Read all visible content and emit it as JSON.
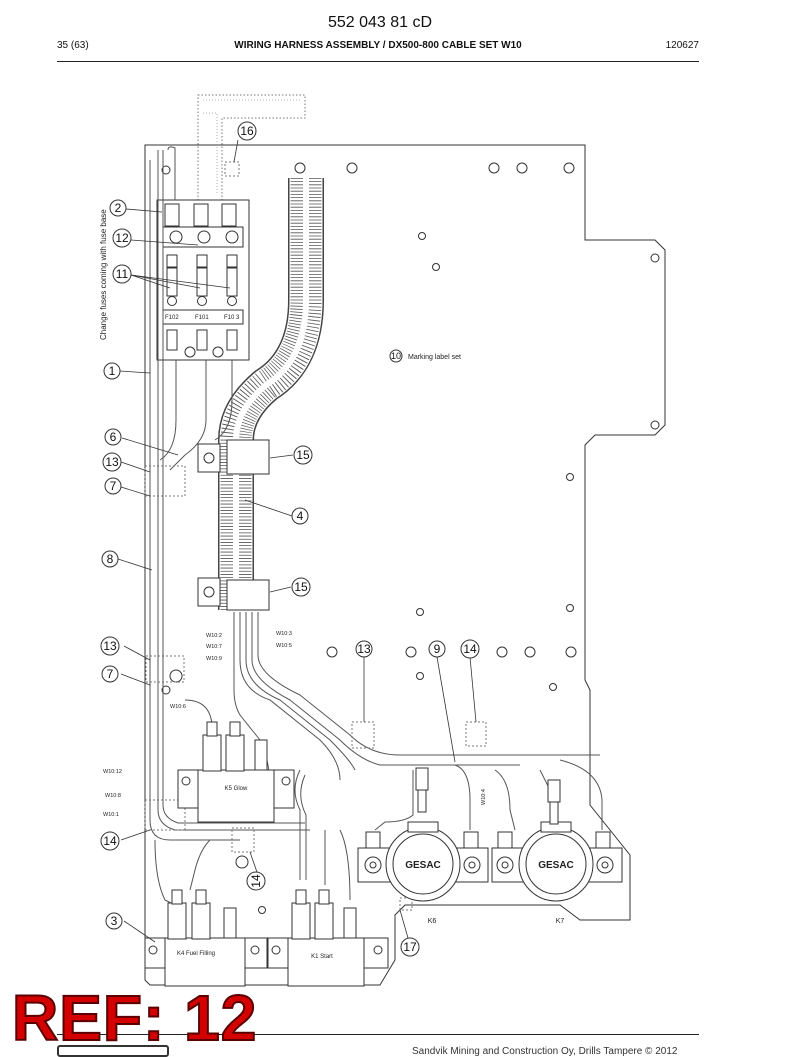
{
  "header": {
    "doc_number": "552 043 81 cD",
    "page": "35 (63)",
    "title": "WIRING HARNESS ASSEMBLY / DX500-800 CABLE SET W10",
    "date": "120627"
  },
  "callouts": [
    {
      "id": "c16",
      "num": "16"
    },
    {
      "id": "c2",
      "num": "2"
    },
    {
      "id": "c12",
      "num": "12"
    },
    {
      "id": "c11",
      "num": "11"
    },
    {
      "id": "c1",
      "num": "1"
    },
    {
      "id": "c10",
      "num": "10"
    },
    {
      "id": "c6",
      "num": "6"
    },
    {
      "id": "c15a",
      "num": "15"
    },
    {
      "id": "c13a",
      "num": "13"
    },
    {
      "id": "c7a",
      "num": "7"
    },
    {
      "id": "c4",
      "num": "4"
    },
    {
      "id": "c8",
      "num": "8"
    },
    {
      "id": "c15b",
      "num": "15"
    },
    {
      "id": "c13b",
      "num": "13"
    },
    {
      "id": "c13c",
      "num": "13"
    },
    {
      "id": "c9",
      "num": "9"
    },
    {
      "id": "c14a",
      "num": "14"
    },
    {
      "id": "c7b",
      "num": "7"
    },
    {
      "id": "c14b",
      "num": "14"
    },
    {
      "id": "c14c",
      "num": "14"
    },
    {
      "id": "c3",
      "num": "3"
    },
    {
      "id": "c17",
      "num": "17"
    }
  ],
  "labels": {
    "fuse_note": "Change fuses coming with fuse base",
    "marking_label": "Marking label set",
    "fuse_f102": "F102",
    "fuse_f101": "F101",
    "fuse_f103": "F10  3",
    "w10_2": "W10:2",
    "w10_7": "W10:7",
    "w10_9": "W10:9",
    "w10_3": "W10:3",
    "w10_5": "W10:5",
    "w10_6": "W10:6",
    "w10_12": "W10:12",
    "w10_8": "W10:8",
    "w10_1": "W10:1",
    "w10_4": "W10:4",
    "k5": "K5 Glow",
    "k4": "K4 Fuel Filling",
    "k1": "K1 Start",
    "k6": "K6",
    "k7": "K7",
    "brand": "GESAC"
  },
  "footer": {
    "ref_stamp": "REF: 12",
    "copyright": "Sandvik Mining and Construction Oy, Drills Tampere © 2012"
  }
}
